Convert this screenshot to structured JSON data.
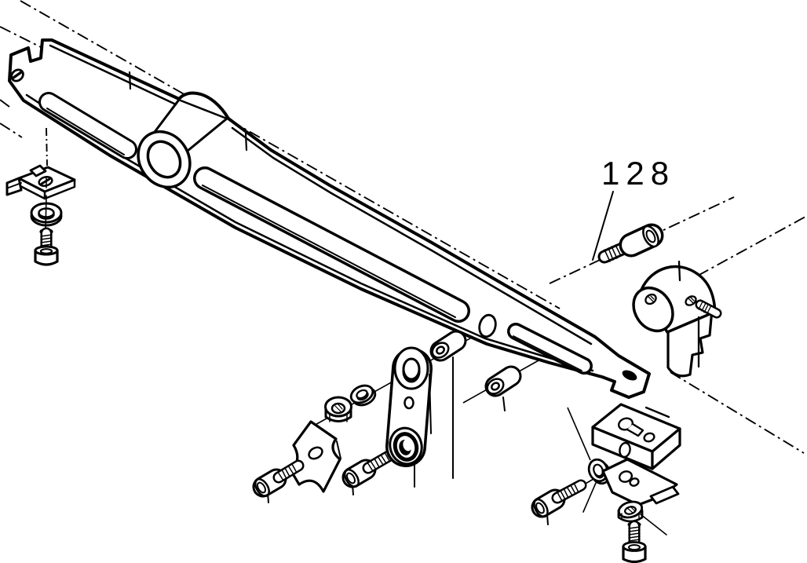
{
  "diagram": {
    "type": "exploded-parts-diagram",
    "background_color": "#ffffff",
    "ink_color": "#000000",
    "callouts": [
      {
        "label": "128",
        "target": "socket-head-cap-screw-128"
      }
    ],
    "parts": [
      {
        "id": "pivot-arm",
        "name": "pivot arm with slots and bearing boss"
      },
      {
        "id": "clip-nut-plate",
        "name": "clip nut plate"
      },
      {
        "id": "washer-left",
        "name": "washer"
      },
      {
        "id": "screw-left",
        "name": "socket head screw"
      },
      {
        "id": "hex-nut-center",
        "name": "hex nut"
      },
      {
        "id": "washer-center",
        "name": "washer"
      },
      {
        "id": "cam-plate",
        "name": "shaped retaining plate"
      },
      {
        "id": "screw-center-left",
        "name": "socket head screw"
      },
      {
        "id": "screw-center-right",
        "name": "socket head screw"
      },
      {
        "id": "link-plate",
        "name": "link with bearing"
      },
      {
        "id": "bushing-upper",
        "name": "bushing"
      },
      {
        "id": "bushing-lower",
        "name": "bushing"
      },
      {
        "id": "socket-head-cap-screw-128",
        "name": "socket head cap screw (item 128)"
      },
      {
        "id": "clamp-holder",
        "name": "holder with set screw boss"
      },
      {
        "id": "set-screw",
        "name": "set screw"
      },
      {
        "id": "clamp-block",
        "name": "clamp block"
      },
      {
        "id": "clamp-plate",
        "name": "keyhole clamp plate"
      },
      {
        "id": "washer-bottom",
        "name": "washer"
      },
      {
        "id": "hex-nut-bottom",
        "name": "hex nut"
      },
      {
        "id": "screw-bottom-left",
        "name": "socket head screw"
      },
      {
        "id": "screw-bottom",
        "name": "socket head screw"
      }
    ]
  }
}
